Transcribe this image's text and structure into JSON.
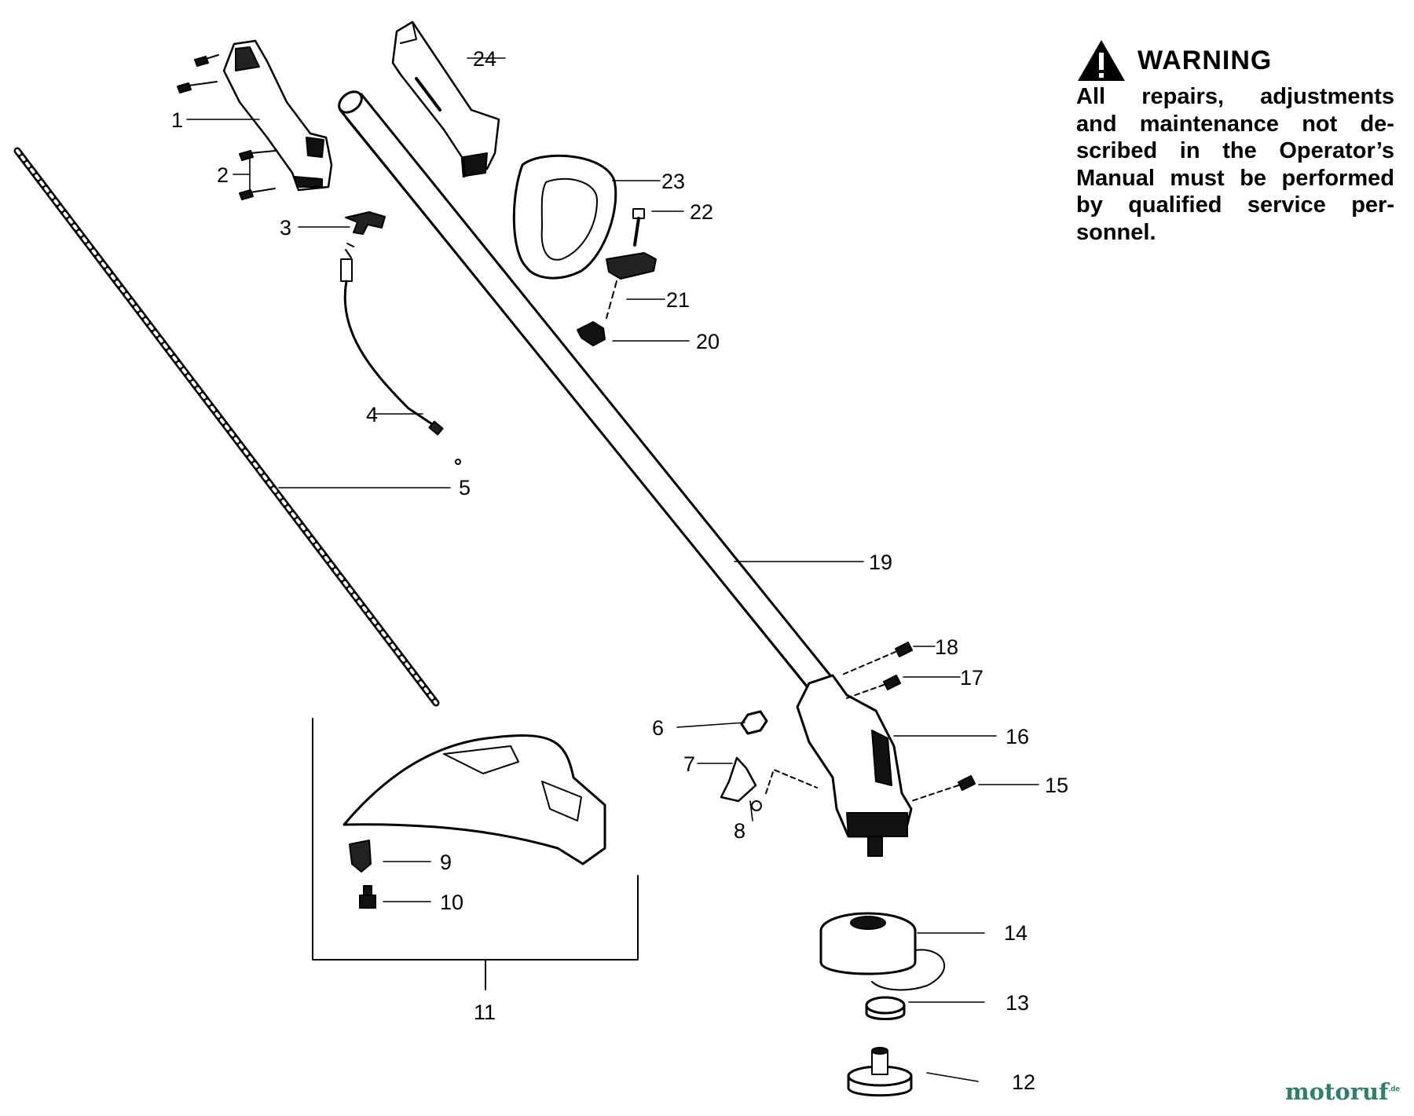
{
  "warning": {
    "title": "WARNING",
    "icon": "warning-triangle-icon",
    "lines": [
      [
        "All",
        "repairs,",
        "adjustments"
      ],
      [
        "and",
        "maintenance",
        "not",
        "de-"
      ],
      [
        "scribed",
        "in",
        "the",
        "Operator’s"
      ],
      [
        "Manual",
        "must",
        "be",
        "performed"
      ],
      [
        "by",
        "qualified",
        "service",
        "per-"
      ],
      [
        "sonnel."
      ]
    ]
  },
  "part_numbers": [
    "1",
    "2",
    "3",
    "4",
    "5",
    "6",
    "7",
    "8",
    "9",
    "10",
    "11",
    "12",
    "13",
    "14",
    "15",
    "16",
    "17",
    "18",
    "19",
    "20",
    "21",
    "22",
    "23",
    "24"
  ],
  "logo": {
    "name": "motoruf",
    "suffix": ".de"
  },
  "colors": {
    "line": "#000000",
    "logo": "#2f7f6a"
  }
}
